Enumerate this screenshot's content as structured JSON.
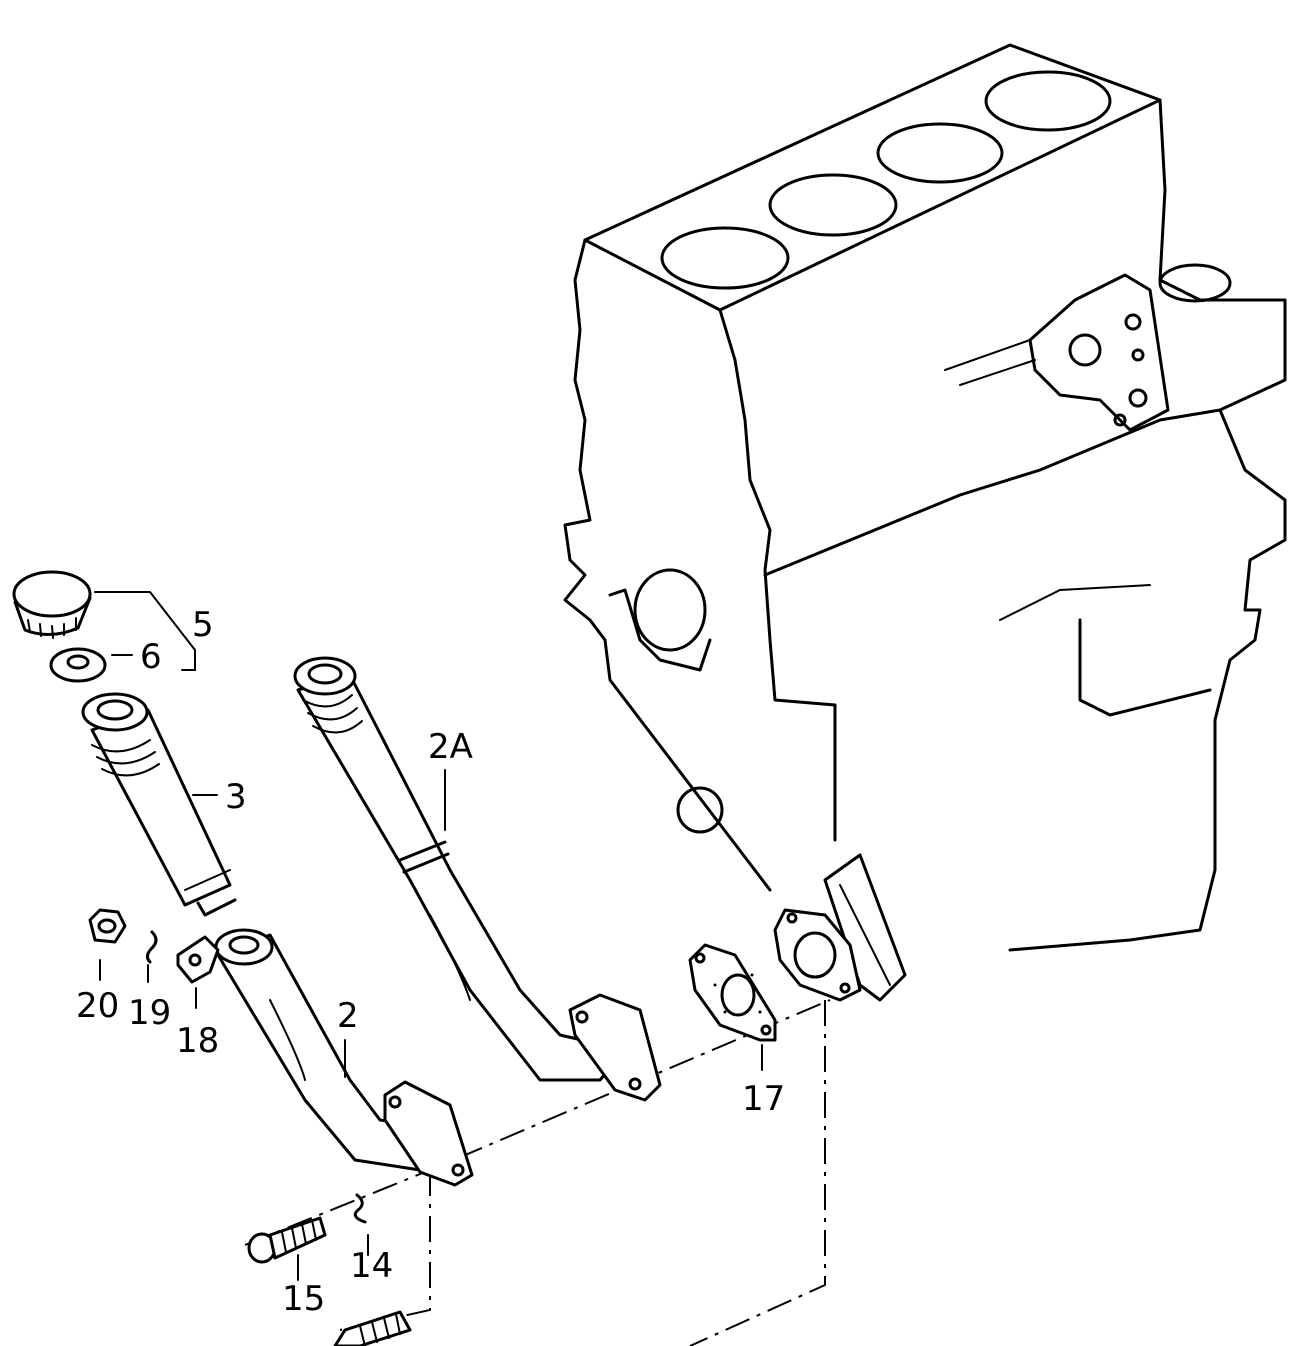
{
  "callouts": {
    "part_5": "5",
    "part_6": "6",
    "part_3": "3",
    "part_2a": "2A",
    "part_2": "2",
    "part_17": "17",
    "part_20": "20",
    "part_19": "19",
    "part_18": "18",
    "part_14": "14",
    "part_15": "15"
  }
}
